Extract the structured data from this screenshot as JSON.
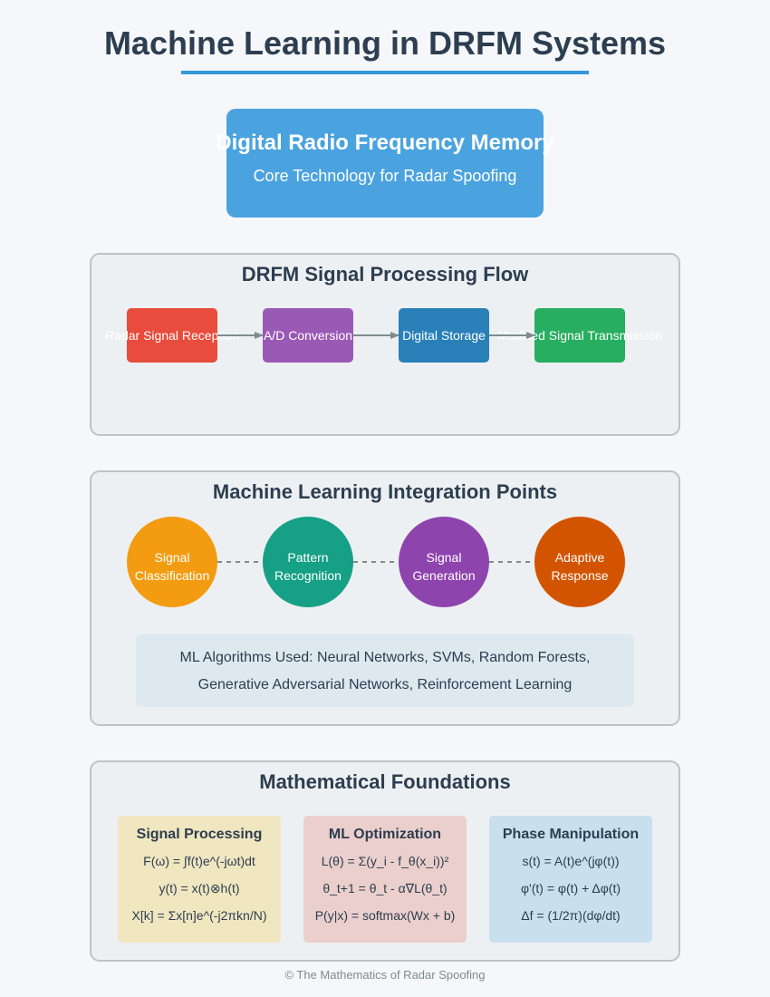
{
  "title": "Machine Learning in DRFM Systems",
  "hero": {
    "title": "Digital Radio Frequency Memory",
    "subtitle": "Core Technology for Radar Spoofing"
  },
  "flow": {
    "heading": "DRFM Signal Processing Flow",
    "steps": [
      {
        "label": "Radar Signal Reception",
        "color": "#e74c3c"
      },
      {
        "label": "A/D Conversion",
        "color": "#9b59b6"
      },
      {
        "label": "Digital Storage",
        "color": "#2980b9"
      },
      {
        "label": "Modified Signal Transmission",
        "color": "#27ae60"
      }
    ]
  },
  "ml": {
    "heading": "Machine Learning Integration Points",
    "points": [
      {
        "line1": "Signal",
        "line2": "Classification",
        "color": "#f39c12"
      },
      {
        "line1": "Pattern",
        "line2": "Recognition",
        "color": "#16a085"
      },
      {
        "line1": "Signal",
        "line2": "Generation",
        "color": "#8e44ad"
      },
      {
        "line1": "Adaptive",
        "line2": "Response",
        "color": "#d35400"
      }
    ],
    "algorithms_line1": "ML Algorithms Used: Neural Networks, SVMs, Random Forests,",
    "algorithms_line2": "Generative Adversarial Networks, Reinforcement Learning"
  },
  "math": {
    "heading": "Mathematical Foundations",
    "cards": [
      {
        "title": "Signal Processing",
        "color": "#f0e6c0",
        "formulas": [
          "F(ω) = ∫f(t)e^(-jωt)dt",
          "y(t) = x(t)⊗h(t)",
          "X[k] = Σx[n]e^(-j2πkn/N)"
        ]
      },
      {
        "title": "ML Optimization",
        "color": "#ebcfcc",
        "formulas": [
          "L(θ) = Σ(y_i - f_θ(x_i))²",
          "θ_t+1 = θ_t - α∇L(θ_t)",
          "P(y|x) = softmax(Wx + b)"
        ]
      },
      {
        "title": "Phase Manipulation",
        "color": "#c8dfee",
        "formulas": [
          "s(t) = A(t)e^(jφ(t))",
          "φ'(t) = φ(t) + Δφ(t)",
          "Δf = (1/2π)(dφ/dt)"
        ]
      }
    ]
  },
  "footer": "© The Mathematics of Radar Spoofing"
}
